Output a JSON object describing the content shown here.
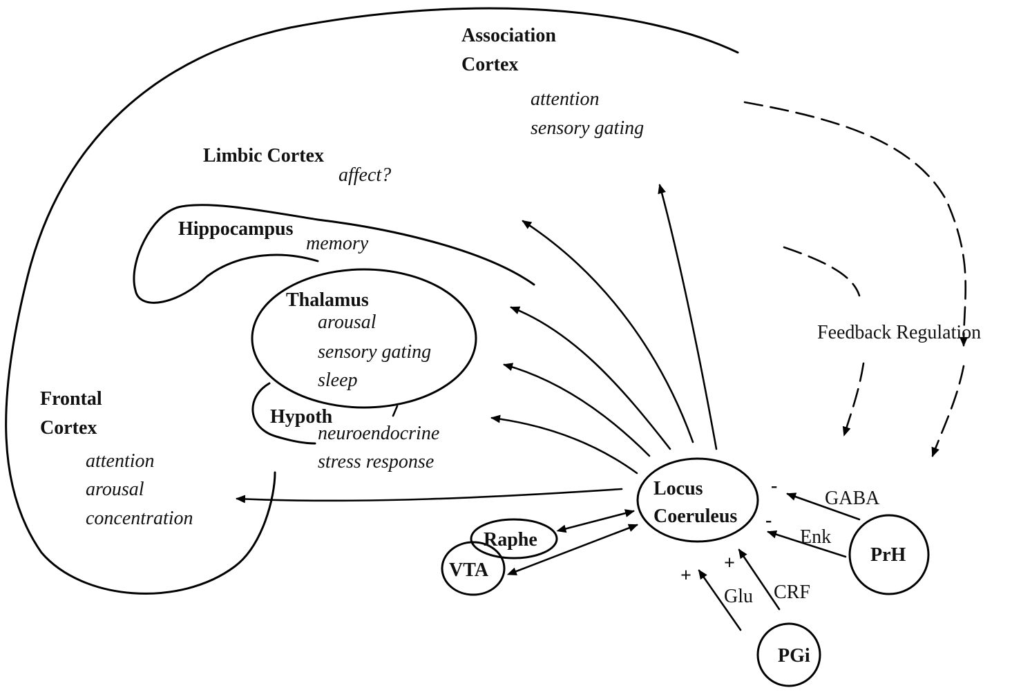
{
  "regions": {
    "association_cortex": {
      "name_line1": "Association",
      "name_line2": "Cortex",
      "functions": [
        "attention",
        "sensory gating"
      ]
    },
    "limbic_cortex": {
      "name": "Limbic Cortex",
      "function": "affect?"
    },
    "hippocampus": {
      "name": "Hippocampus",
      "function": "memory"
    },
    "thalamus": {
      "name": "Thalamus",
      "functions": [
        "arousal",
        "sensory gating",
        "sleep"
      ]
    },
    "hypothalamus": {
      "name": "Hypoth",
      "functions": [
        "neuroendocrine",
        "stress response"
      ]
    },
    "frontal_cortex": {
      "name_line1": "Frontal",
      "name_line2": "Cortex",
      "functions": [
        "attention",
        "arousal",
        "concentration"
      ]
    }
  },
  "nuclei": {
    "locus_coeruleus": {
      "line1": "Locus",
      "line2": "Coeruleus"
    },
    "raphe": "Raphe",
    "vta": "VTA",
    "prh": "PrH",
    "pgi": "PGi"
  },
  "inputs": {
    "gaba": {
      "label": "GABA",
      "sign": "-"
    },
    "enk": {
      "label": "Enk",
      "sign": "-"
    },
    "glu": {
      "label": "Glu",
      "sign": "+"
    },
    "crf": {
      "label": "CRF",
      "sign": "+"
    }
  },
  "feedback_label": "Feedback Regulation"
}
